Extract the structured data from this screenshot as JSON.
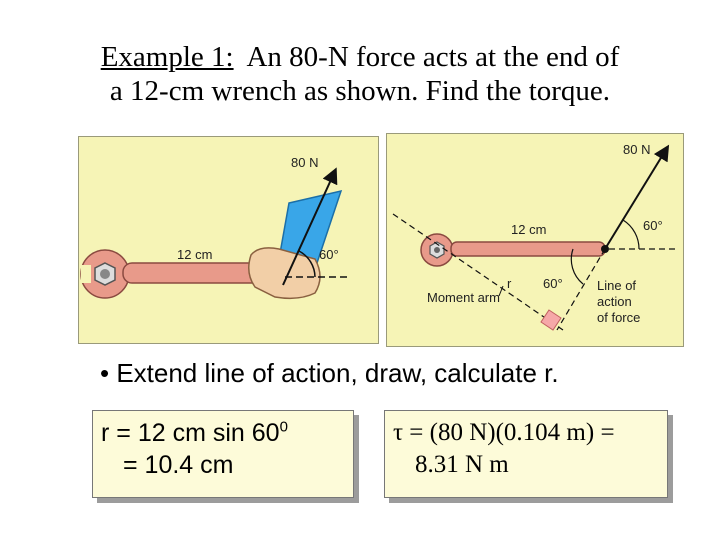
{
  "title": {
    "label": "Example 1:",
    "text": "An 80-N force acts at the end of",
    "line2": "a 12-cm wrench as shown. Find the torque."
  },
  "left_figure": {
    "force_label": "80 N",
    "length_label": "12 cm",
    "angle_label": "60°"
  },
  "right_figure": {
    "force_label": "80 N",
    "angle_top_label": "60°",
    "length_label": "12 cm",
    "angle_bottom_label": "60°",
    "r_label": "r",
    "moment_arm_label": "Moment arm",
    "line_of_action_1": "Line of",
    "line_of_action_2": "action",
    "line_of_action_3": "of force"
  },
  "bullet": "• Extend line of action, draw, calculate r.",
  "calc_left": {
    "line1": "r = 12 cm sin 60",
    "line1_sup": "0",
    "line2": "= 10.4 cm"
  },
  "calc_right": {
    "line1": "τ = (80 N)(0.104 m) =",
    "line2": "8.31 N m"
  },
  "colors": {
    "panel_bg": "#f6f4b6",
    "wrench": "#e89a8a",
    "sleeve": "#39a6e8",
    "hand": "#f2cfa7"
  }
}
